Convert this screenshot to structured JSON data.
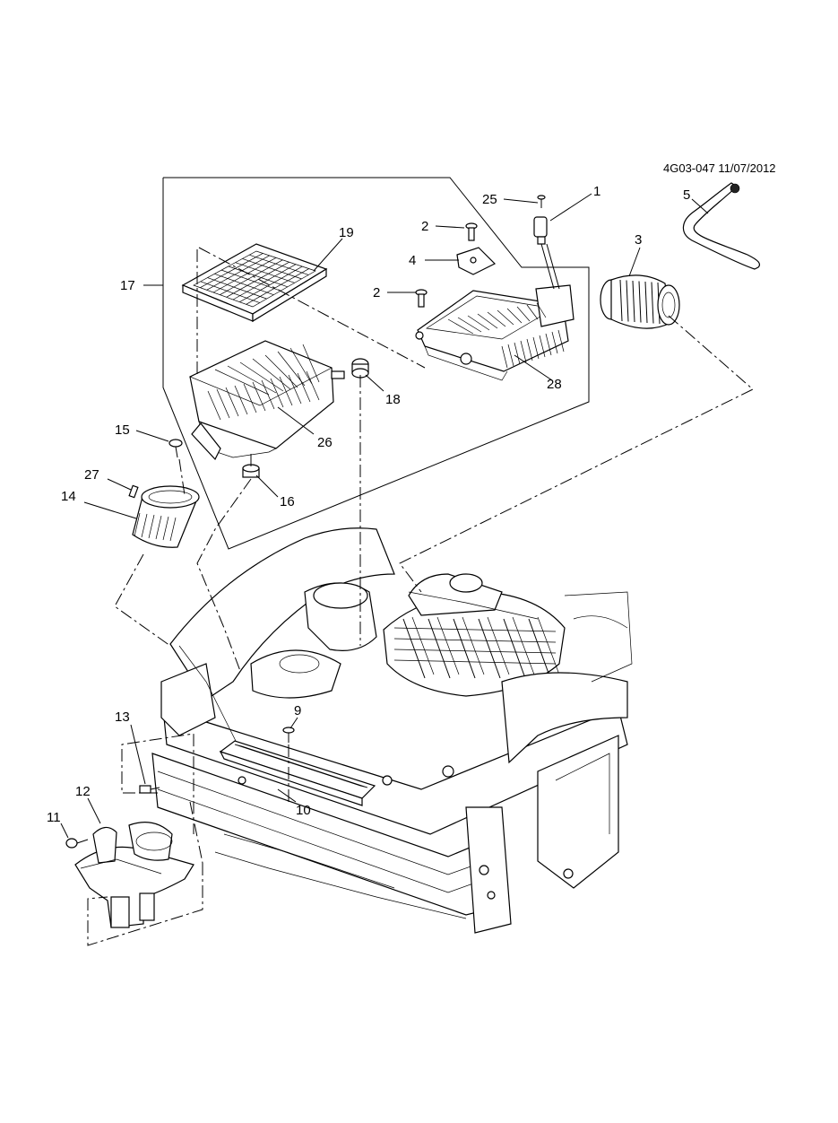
{
  "figure": {
    "reference": "4G03-047 11/07/2012",
    "callouts": [
      "1",
      "2",
      "2",
      "3",
      "4",
      "5",
      "9",
      "10",
      "11",
      "12",
      "13",
      "14",
      "15",
      "16",
      "17",
      "18",
      "19",
      "25",
      "26",
      "27",
      "28"
    ]
  },
  "colors": {
    "ink": "#000000",
    "paper": "#ffffff"
  }
}
